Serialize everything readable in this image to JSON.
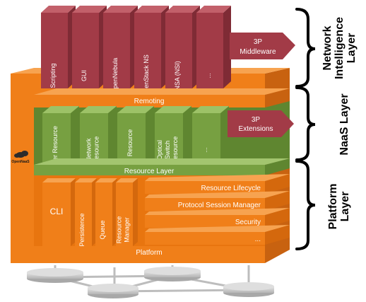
{
  "network_intelligence": {
    "modules": [
      "Scripting",
      "GUI",
      "OpenNebula",
      "OpenStack NS",
      "NSA (NSI)",
      "..."
    ],
    "middleware_arrow": [
      "3P",
      "Middleware"
    ],
    "remoting_label": "Remoting"
  },
  "naas": {
    "resources": [
      "Router Resource",
      "Network Resource",
      "BoD Resource",
      "Optical Switch Resource",
      "..."
    ],
    "extensions_arrow": [
      "3P",
      "Extensions"
    ],
    "resource_layer_label": "Resource Layer"
  },
  "platform": {
    "cli": "CLI",
    "vertical": [
      "Persistence",
      "Queue",
      "Resource Manager"
    ],
    "horizontal": [
      "Resource Lifecycle",
      "Protocol Session Manager",
      "Security",
      "..."
    ],
    "label": "Platform"
  },
  "logo_text": "OpenNaaS",
  "layers": {
    "network_intelligence": "Network Intelligence Layer",
    "naas": "NaaS Layer",
    "platform": "Platform Layer"
  },
  "colors": {
    "orange": "#f07f19",
    "orange_dark": "#d4680d",
    "green": "#77a041",
    "green_dark": "#5f8630",
    "red": "#a23b47",
    "red_dark": "#7f2b35",
    "node": "#c8c8c8"
  }
}
